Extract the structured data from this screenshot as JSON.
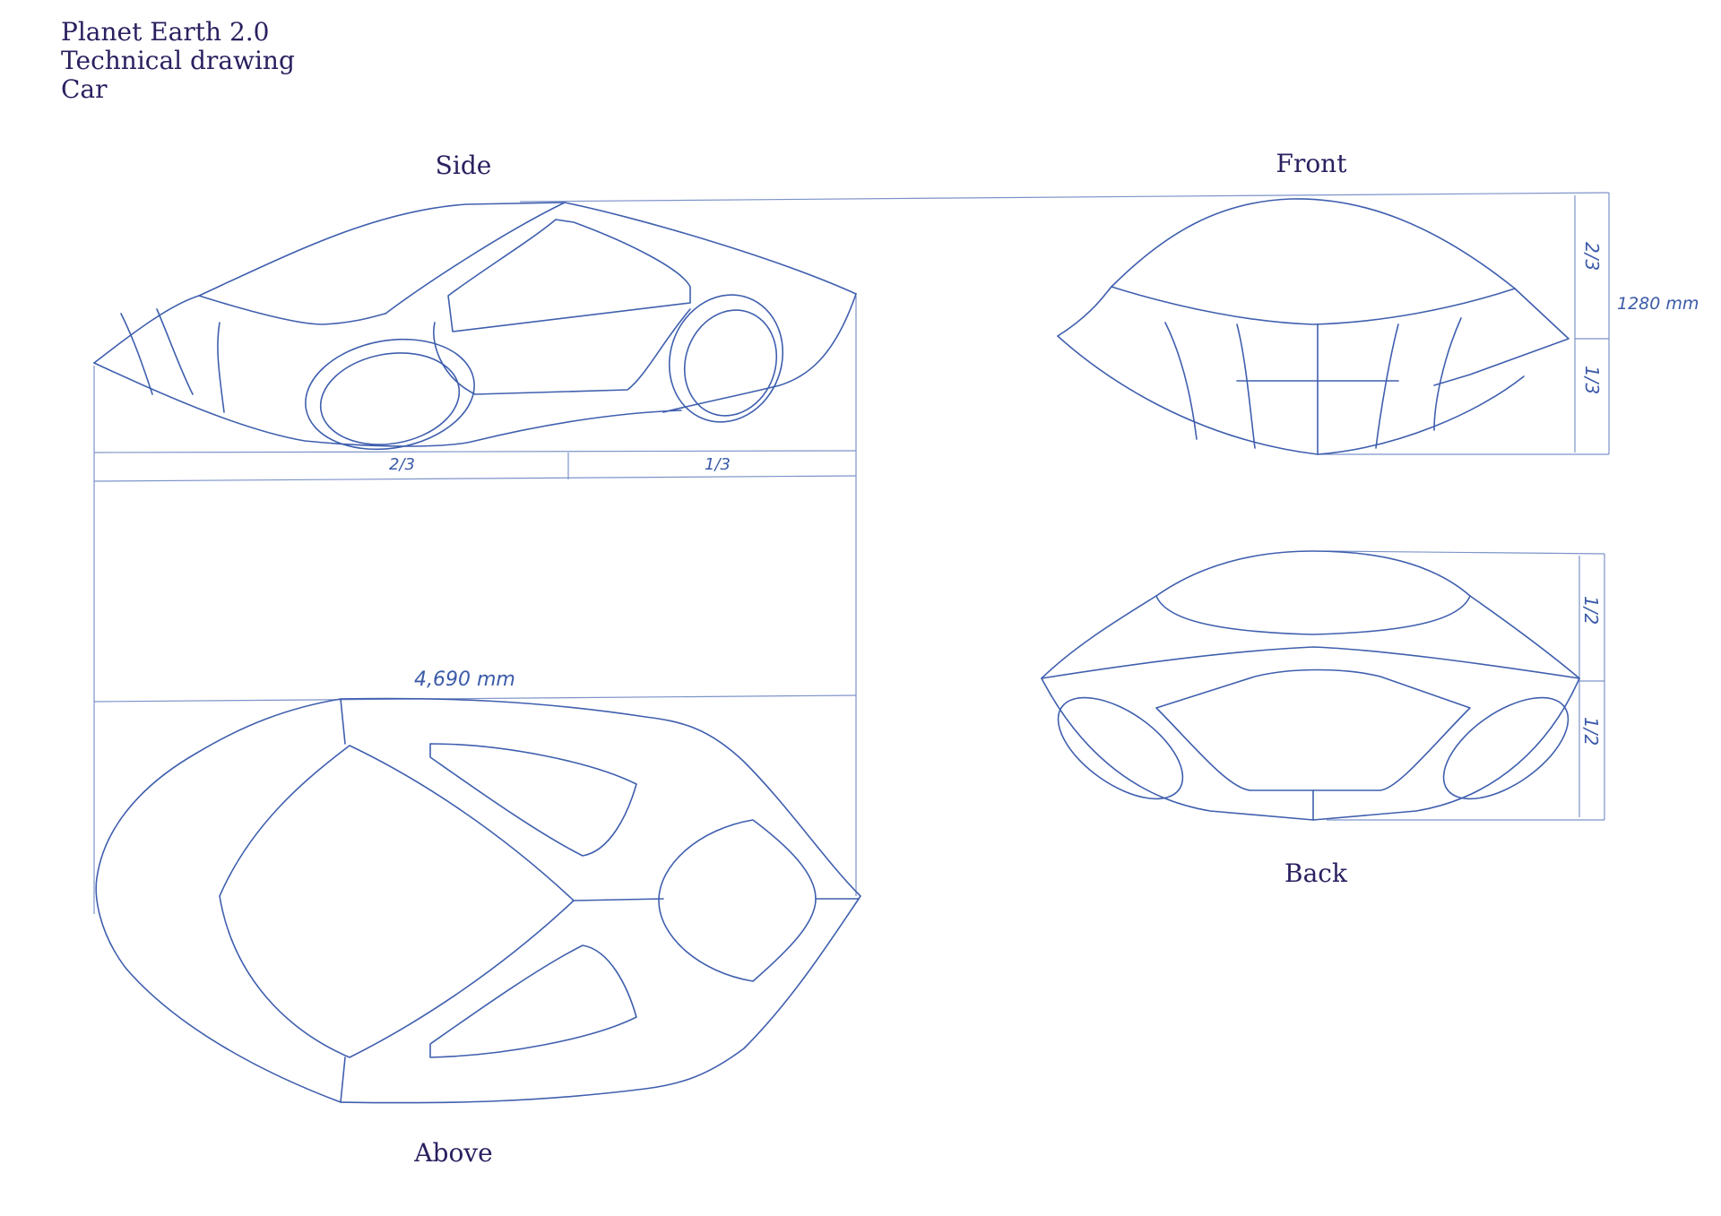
{
  "header": {
    "lines": [
      "Planet Earth 2.0",
      "Technical drawing",
      "Car"
    ]
  },
  "views": {
    "side": {
      "label": "Side"
    },
    "front": {
      "label": "Front"
    },
    "back": {
      "label": "Back"
    },
    "above": {
      "label": "Above"
    }
  },
  "annotations": {
    "side_ratio_left": "2/3",
    "side_ratio_right": "1/3",
    "length": "4,690 mm",
    "front_height": "1280 mm",
    "front_ratio_top": "2/3",
    "front_ratio_bottom": "1/3",
    "back_ratio_top": "1/2",
    "back_ratio_bottom": "1/2"
  },
  "colors": {
    "ink": "#3f5fae",
    "frame": "#7c93c9",
    "text": "#2a2160"
  }
}
